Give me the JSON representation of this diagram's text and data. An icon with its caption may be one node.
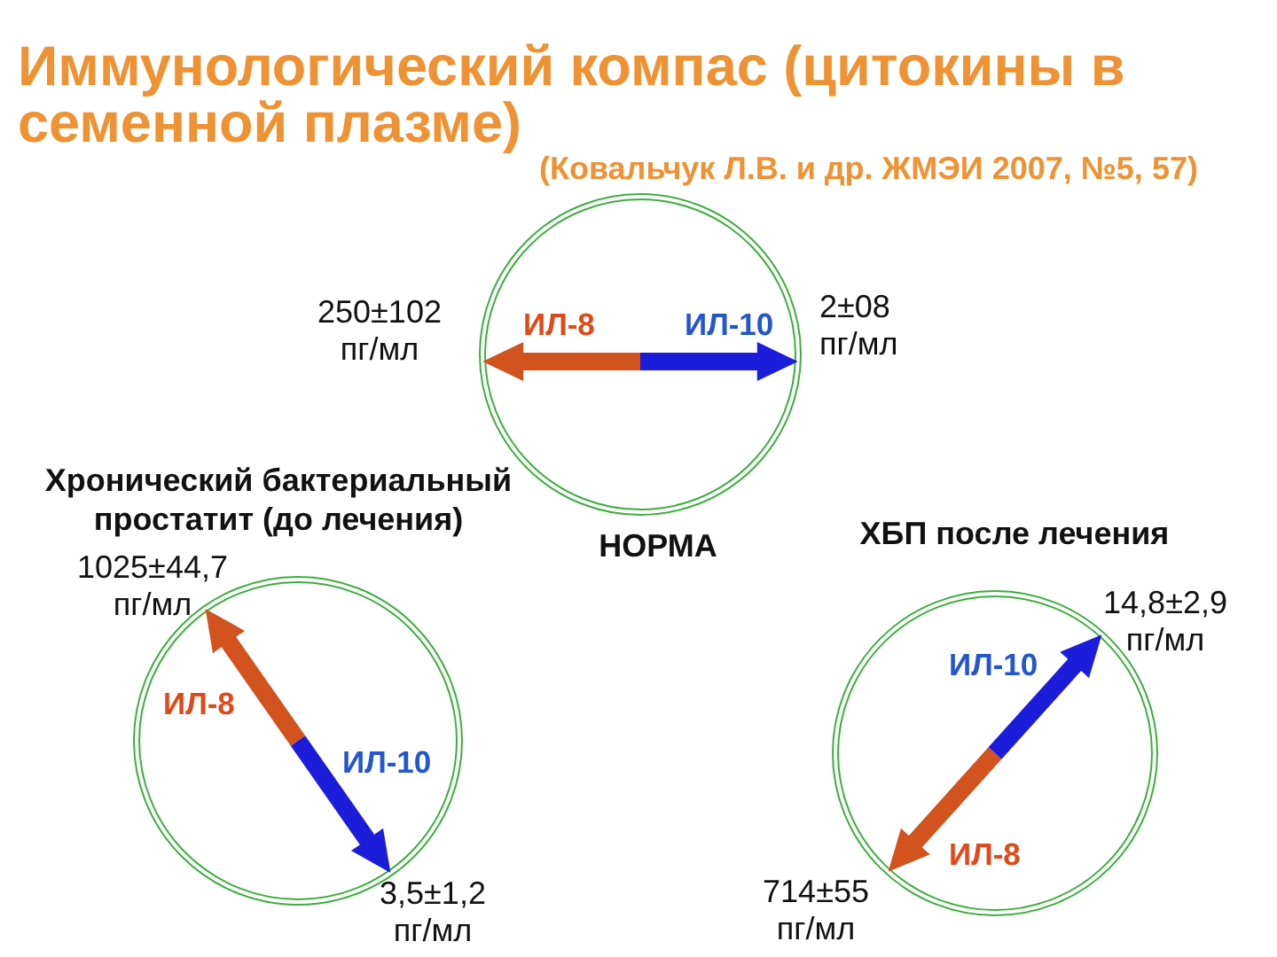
{
  "diagram": {
    "title": "Иммунологический компас (цитокины в семенной плазме)",
    "nodes": [
      {
        "text": [
          "ИЛ-8",
          "ИЛ-10",
          "НОРМА"
        ],
        "beside": [
          "250±102 пг/мл",
          "2±08 пг/мл"
        ]
      },
      {
        "text": [
          "Хронический бактериальный простатит (до лечения)",
          "1025±44,7 пг/мл",
          "ИЛ-8",
          "ИЛ-10"
        ],
        "beside": [
          "3,5±1,2 пг/мл"
        ]
      },
      {
        "text": [
          "ХБП после лечения",
          "ИЛ-10",
          "ИЛ-8"
        ],
        "beside": [
          "14,8±2,9 пг/мл",
          "714±55 пг/мл"
        ]
      }
    ],
    "labels": [
      "(Ковальчук Л.В. и др. ЖМЭИ 2007, №5, 57)"
    ]
  }
}
